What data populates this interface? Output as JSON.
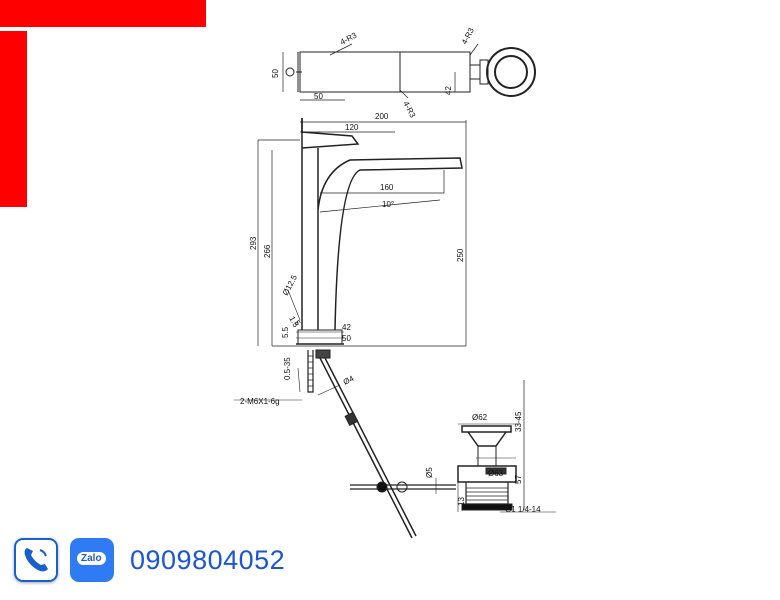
{
  "colors": {
    "brand_red": "#ff0000",
    "phone_blue": "#1a55d8",
    "zalo_blue": "#2f7bf3",
    "line": "#222222"
  },
  "icons": {
    "phone": "phone-icon",
    "zalo": "zalo-icon"
  },
  "contact": {
    "zalo_label": "Zalo",
    "phone_number": "0909804052"
  },
  "dimensions": {
    "top_r3_a": "4-R3",
    "top_r3_b": "4-R3",
    "top_r3_c": "4-R3",
    "top_50_vert": "50",
    "top_50_horiz": "50",
    "top_42": "42",
    "width_200": "200",
    "width_120": "120",
    "reach_160": "160",
    "angle_10": "10°",
    "height_293": "293",
    "height_266": "266",
    "height_250": "250",
    "dia_12_5": "Ø12.5",
    "dim_1_5": "1.5",
    "dim_5": "5",
    "dim_5_5": "5.5",
    "base_42": "42",
    "base_50": "50",
    "range_0_5_35": "0.5-35",
    "dia_4": "Ø4",
    "thread_m6": "2-M6X1-6g",
    "dia_62": "Ø62",
    "range_33_45": "33-45",
    "dia_5": "Ø5",
    "dia_63": "Ø63",
    "dim_57": "57",
    "dim_13": "13",
    "thread_g1": "G1 1/4-14"
  }
}
